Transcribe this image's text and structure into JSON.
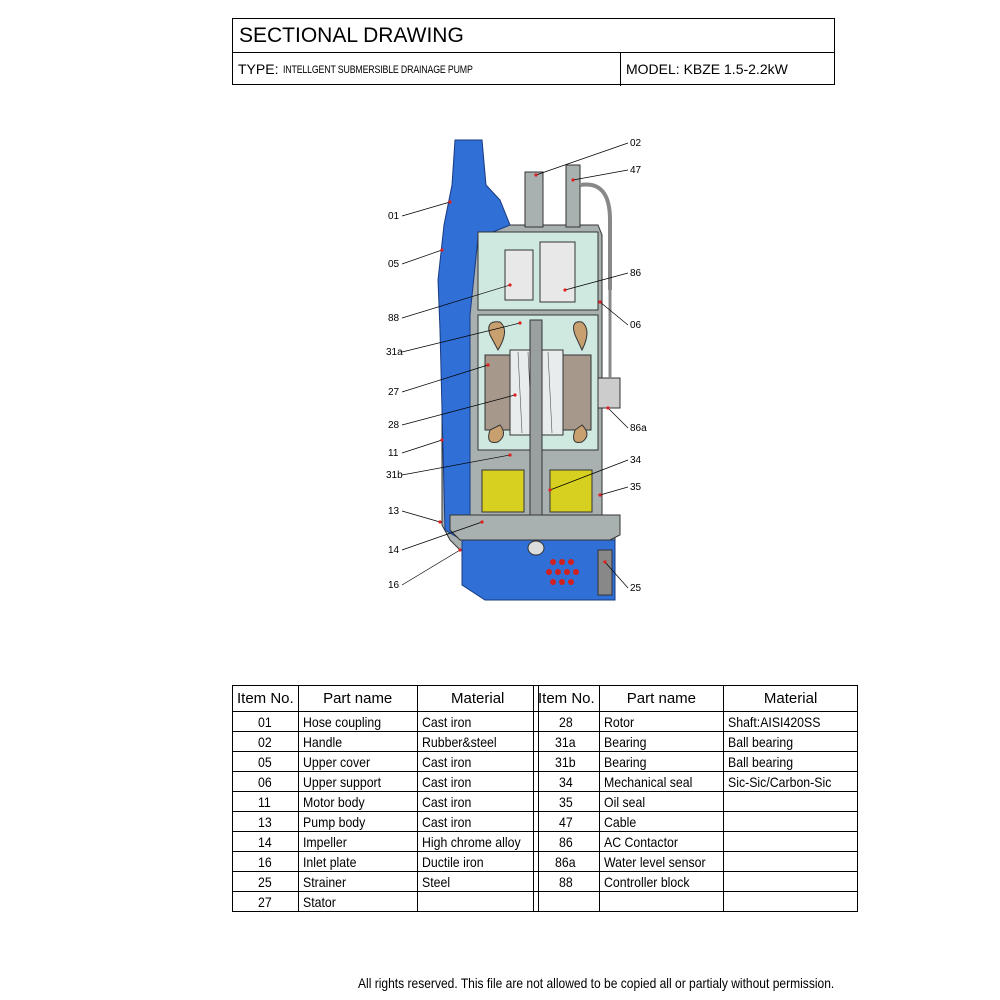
{
  "header": {
    "title": "SECTIONAL DRAWING",
    "type_label": "TYPE:",
    "type_value": "INTELLGENT SUBMERSIBLE  DRAINAGE  PUMP",
    "model": "MODEL: KBZE 1.5-2.2kW"
  },
  "callouts": {
    "left": [
      "01",
      "05",
      "88",
      "31a",
      "27",
      "28",
      "11",
      "31b",
      "13",
      "14",
      "16"
    ],
    "right": [
      "02",
      "47",
      "86",
      "06",
      "86a",
      "34",
      "35",
      "25"
    ]
  },
  "table_headers": [
    "Item No.",
    "Part name",
    "Material"
  ],
  "table_left": [
    [
      "01",
      "Hose coupling",
      "Cast iron"
    ],
    [
      "02",
      "Handle",
      "Rubber&steel"
    ],
    [
      "05",
      "Upper cover",
      "Cast iron"
    ],
    [
      "06",
      "Upper support",
      "Cast iron"
    ],
    [
      "11",
      "Motor body",
      "Cast iron"
    ],
    [
      "13",
      "Pump body",
      "Cast iron"
    ],
    [
      "14",
      "Impeller",
      "High chrome alloy"
    ],
    [
      "16",
      "Inlet plate",
      "Ductile iron"
    ],
    [
      "25",
      "Strainer",
      "Steel"
    ],
    [
      "27",
      "Stator",
      ""
    ]
  ],
  "table_right": [
    [
      "28",
      "Rotor",
      "Shaft:AISI420SS"
    ],
    [
      "31a",
      "Bearing",
      "Ball bearing"
    ],
    [
      "31b",
      "Bearing",
      "Ball bearing"
    ],
    [
      "34",
      "Mechanical seal",
      "Sic-Sic/Carbon-Sic"
    ],
    [
      "35",
      "Oil seal",
      ""
    ],
    [
      "47",
      "Cable",
      ""
    ],
    [
      "86",
      "AC Contactor",
      ""
    ],
    [
      "86a",
      "Water level sensor",
      ""
    ],
    [
      "88",
      "Controller block",
      ""
    ],
    [
      "",
      "",
      ""
    ]
  ],
  "colors": {
    "housing_blue": "#2f6fd6",
    "casing_gray": "#a8b0b0",
    "motor_cavity": "#cfe8e0",
    "oil_chamber": "#d8d020",
    "winding_copper": "#c8a070",
    "callout_dot": "#e02020"
  },
  "footer": "All rights reserved. This file are not allowed to be copied all or partialy without permission."
}
